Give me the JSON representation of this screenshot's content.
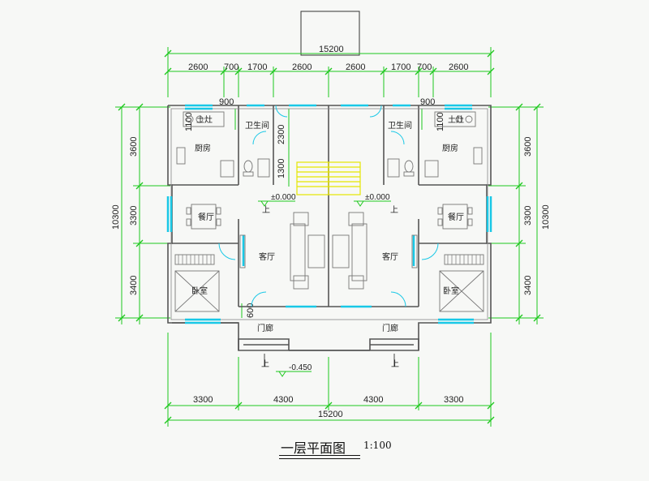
{
  "plan": {
    "title": "一层平面图",
    "scale": "1:100",
    "top_overall": "15200",
    "bottom_overall": "15200",
    "top_dims": [
      "2600",
      "700",
      "1700",
      "2600",
      "2600",
      "1700",
      "700",
      "2600"
    ],
    "bottom_dims": [
      "3300",
      "4300",
      "4300",
      "3300"
    ],
    "left_dims": [
      "3600",
      "3300",
      "3400"
    ],
    "left_total": "10300",
    "right_dims": [
      "3600",
      "3300",
      "3400"
    ],
    "right_total": "10300",
    "inner_dims": {
      "w900": "900",
      "h1100": "1100",
      "h2300": "2300",
      "h1300": "1300",
      "h600": "600"
    },
    "rooms": {
      "kitchen": "厨房",
      "stove": "土灶",
      "bathroom": "卫生间",
      "dining": "餐厅",
      "living": "客厅",
      "bedroom": "卧室",
      "porch": "门廊"
    },
    "levels": {
      "floor": "±0.000",
      "outdoor": "-0.450"
    },
    "up_mark": "上"
  },
  "colors": {
    "dim_line": "#1ec81e",
    "wall": "#555555",
    "window": "#19c8e6",
    "stair": "#e6e600",
    "furniture": "#777777"
  }
}
